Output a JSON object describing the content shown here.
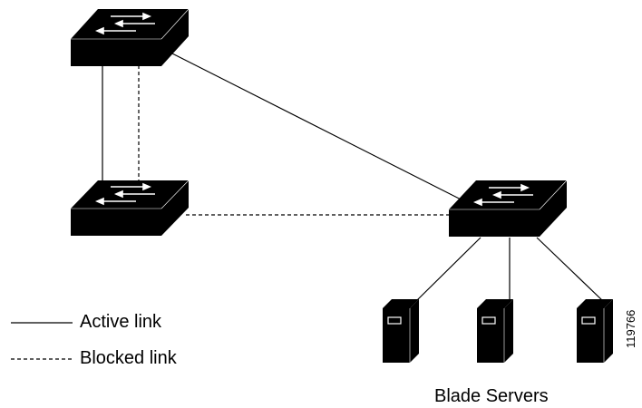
{
  "legend": {
    "active_label": "Active link",
    "blocked_label": "Blocked link"
  },
  "servers": {
    "group_label": "Blade Servers"
  },
  "figure_id": "119766",
  "colors": {
    "line": "#000000",
    "device": "#000000",
    "arrow": "#ffffff",
    "background": "#ffffff"
  },
  "icons": {
    "switch": "switch-icon",
    "server": "server-icon"
  }
}
